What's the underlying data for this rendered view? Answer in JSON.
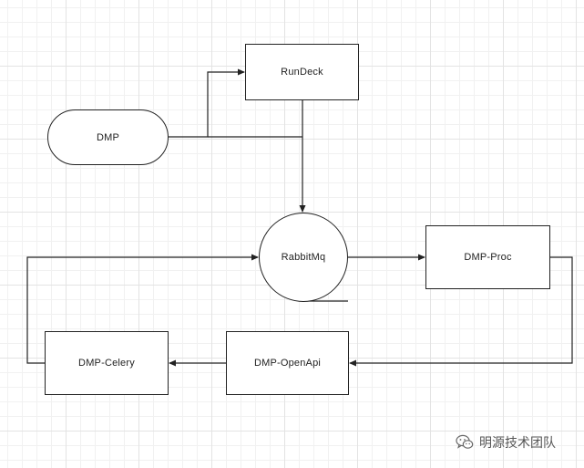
{
  "diagram": {
    "nodes": {
      "rundeck": "RunDeck",
      "dmp": "DMP",
      "rabbitmq": "RabbitMq",
      "proc": "DMP-Proc",
      "openapi": "DMP-OpenApi",
      "celery": "DMP-Celery"
    }
  },
  "watermark": {
    "text": "明源技术团队",
    "icon": "wechat-icon"
  }
}
